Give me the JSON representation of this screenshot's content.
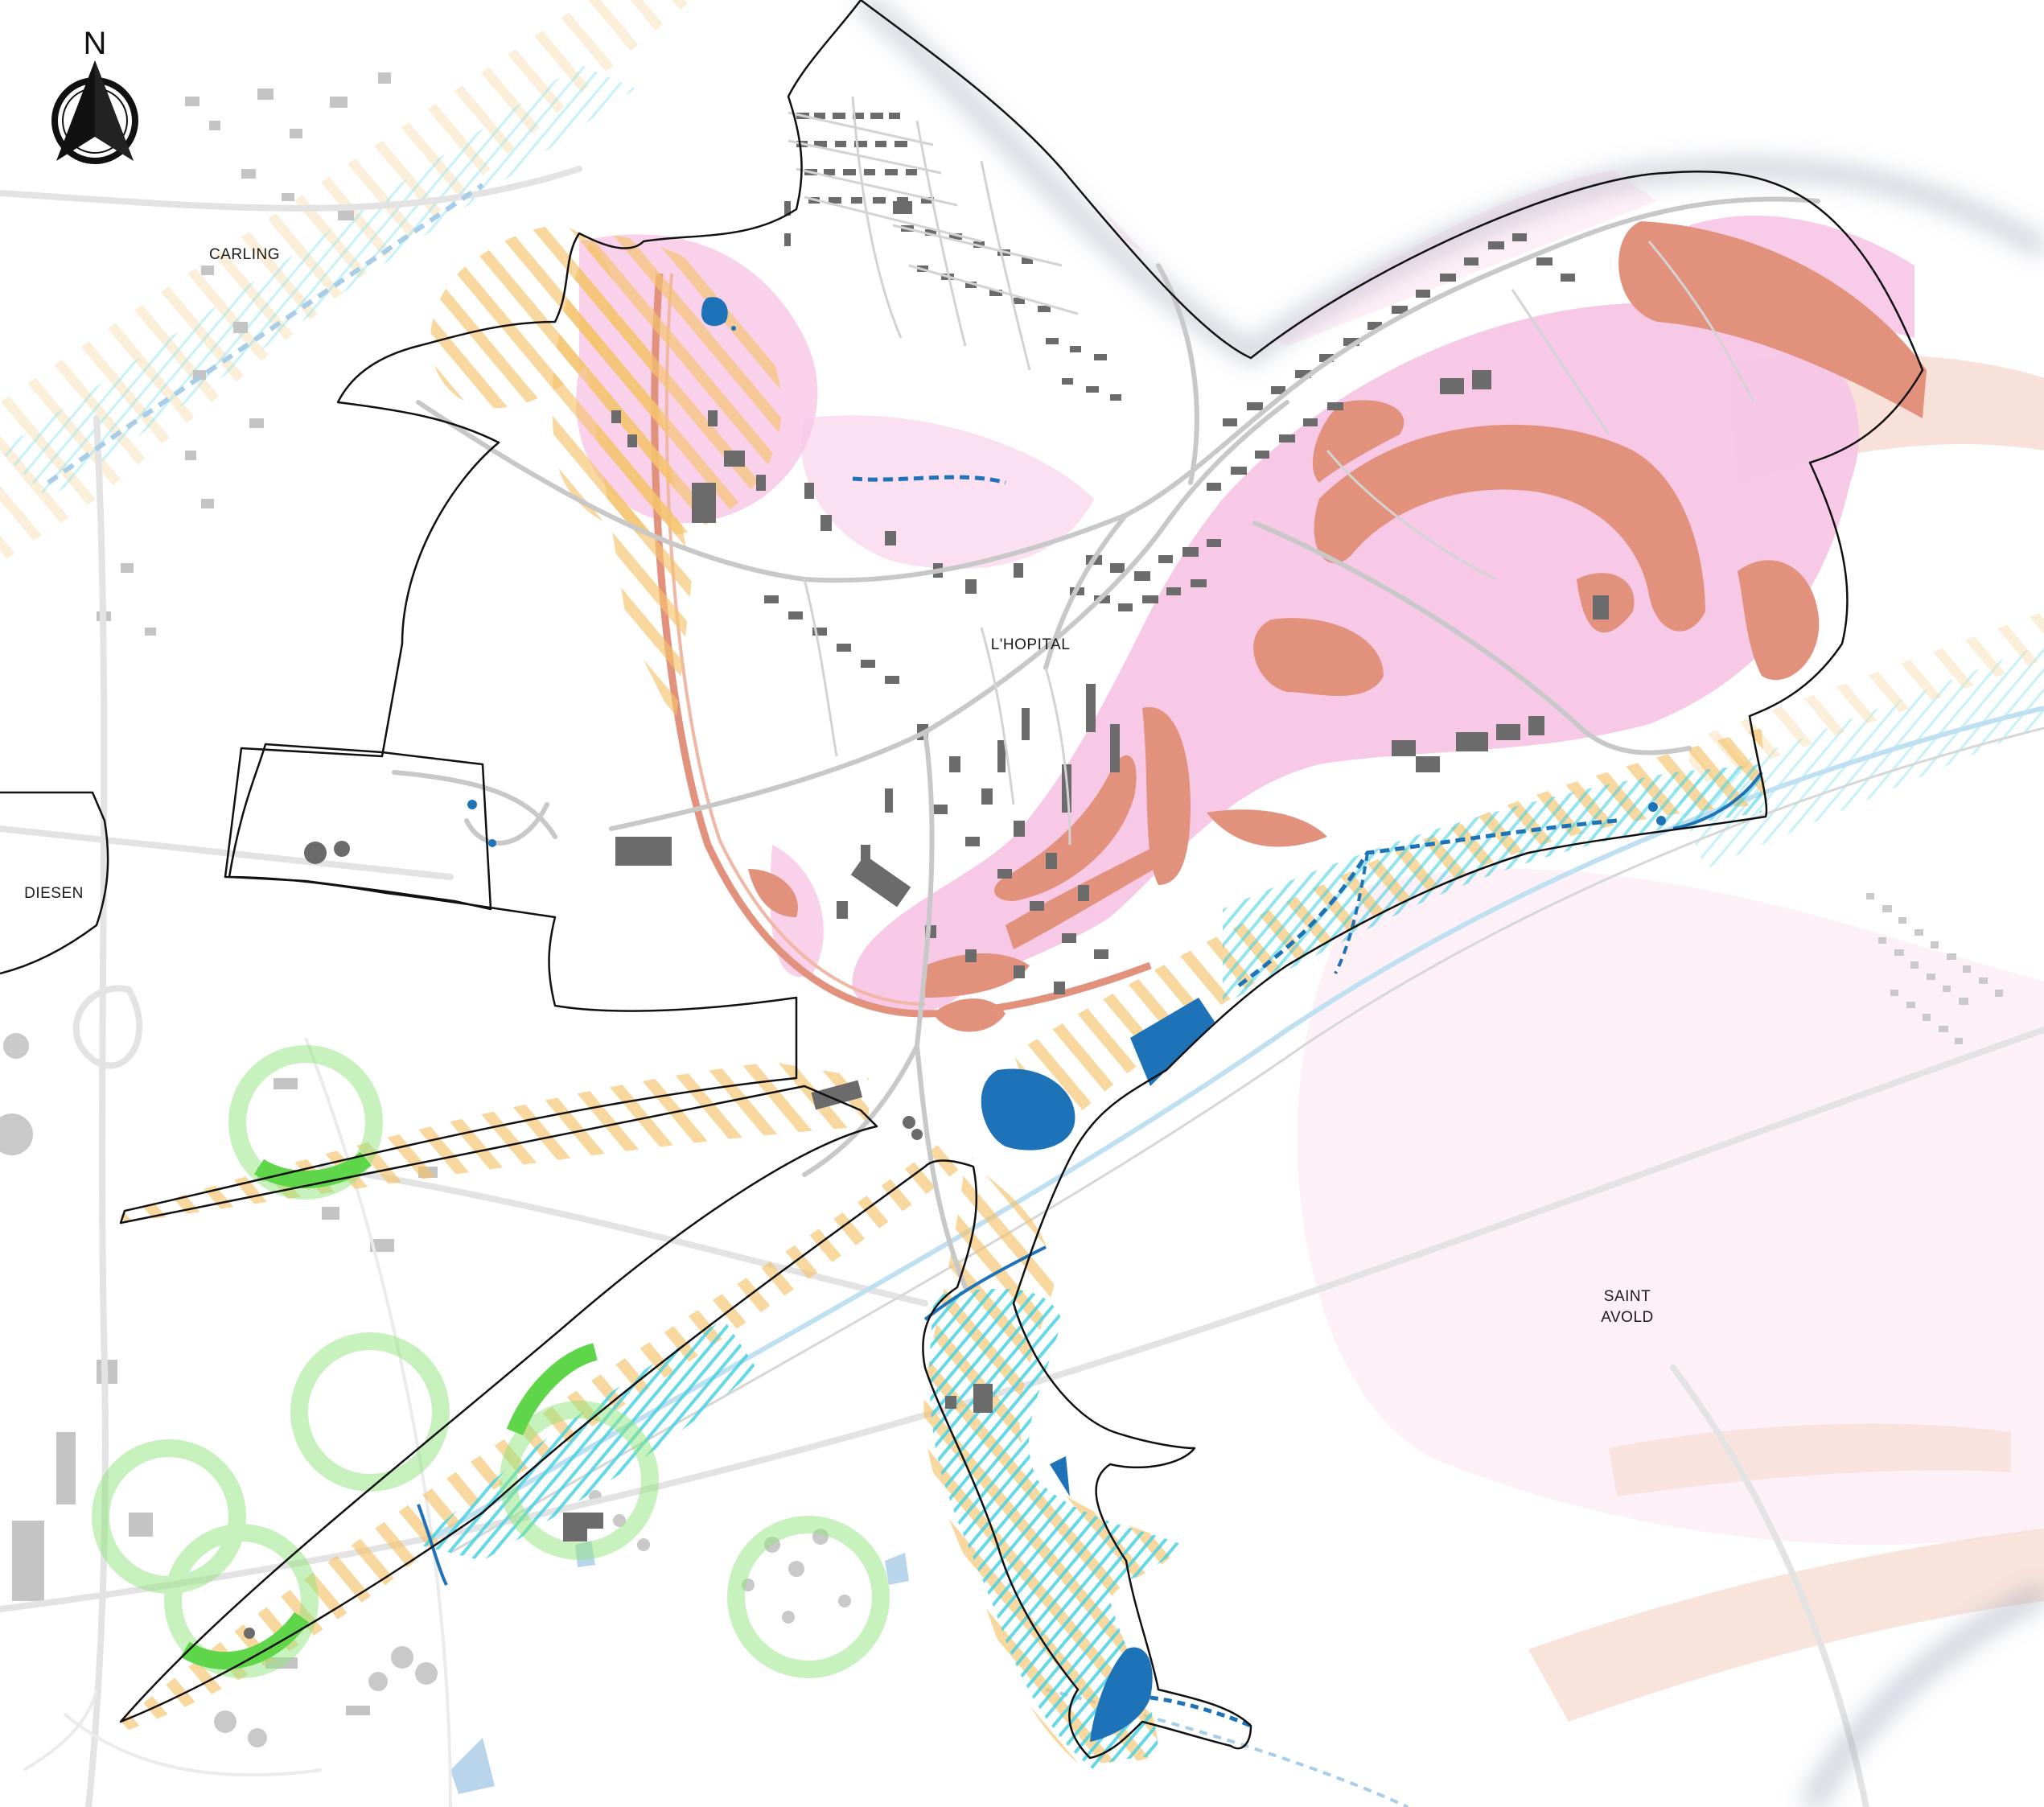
{
  "north_arrow": {
    "letter": "N",
    "icon": "north-arrow-icon"
  },
  "places": {
    "carling": "CARLING",
    "diesen": "DIESEN",
    "lhopital": "L'HOPITAL",
    "saint_avold_1": "SAINT",
    "saint_avold_2": "AVOLD"
  },
  "colors": {
    "pink_zone": "#f7c6e6",
    "salmon_zone": "#e2917d",
    "orange_hatch": "#f5c36b",
    "cyan_hatch": "#48d3e3",
    "water": "#1e73b8",
    "buffer_ring": "#8fe37c",
    "buildings": "#666666",
    "roads": "#c8c8c8",
    "boundary": "#111111"
  }
}
